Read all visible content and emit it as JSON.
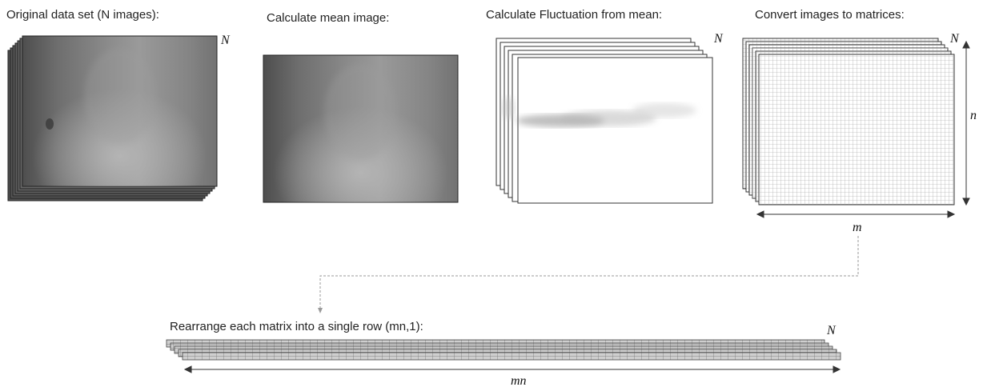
{
  "steps": {
    "original": {
      "title": "Original data set (N images):",
      "stack_label": "N"
    },
    "mean": {
      "title": "Calculate mean image:"
    },
    "fluctuation": {
      "title": "Calculate Fluctuation from mean:",
      "stack_label": "N"
    },
    "matrices": {
      "title": "Convert images to matrices:",
      "stack_label": "N",
      "height_label": "n",
      "width_label": "m"
    },
    "rearrange": {
      "title": "Rearrange each matrix into a single row (mn,1):",
      "stack_label": "N",
      "width_label": "mn"
    }
  },
  "colors": {
    "image_dark": "#5a5a5a",
    "image_mid": "#8a8a8a",
    "image_light": "#b5b5b5",
    "grid_line": "#9a9a9a",
    "row_fill": "#c8c8c8",
    "connector": "#999999"
  }
}
